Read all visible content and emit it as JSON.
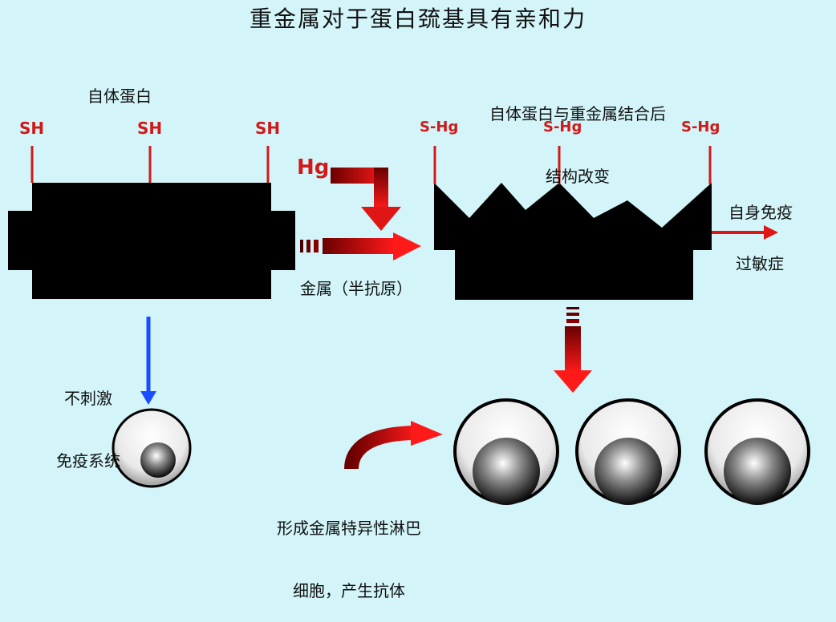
{
  "title": "重金属对于蛋白巯基具有亲和力",
  "left_protein": {
    "label": "自体蛋白",
    "groups": [
      "SH",
      "SH",
      "SH"
    ]
  },
  "right_protein": {
    "label_line1": "自体蛋白与重金属结合后",
    "label_line2": "结构改变",
    "groups": [
      "S-Hg",
      "S-Hg",
      "S-Hg"
    ]
  },
  "hg_label": "Hg",
  "hapten_label": "金属（半抗原）",
  "no_stim": {
    "line1": "不刺激",
    "line2": "免疫系统"
  },
  "autoimmune_label": "自身免疫",
  "allergy_label": "过敏症",
  "lymphocyte": {
    "line1": "形成金属特异性淋巴",
    "line2": "细胞，产生抗体"
  },
  "colors": {
    "background": "#d3f5f9",
    "red": "#d01a1a",
    "blue": "#1a4dff",
    "black": "#000000"
  }
}
